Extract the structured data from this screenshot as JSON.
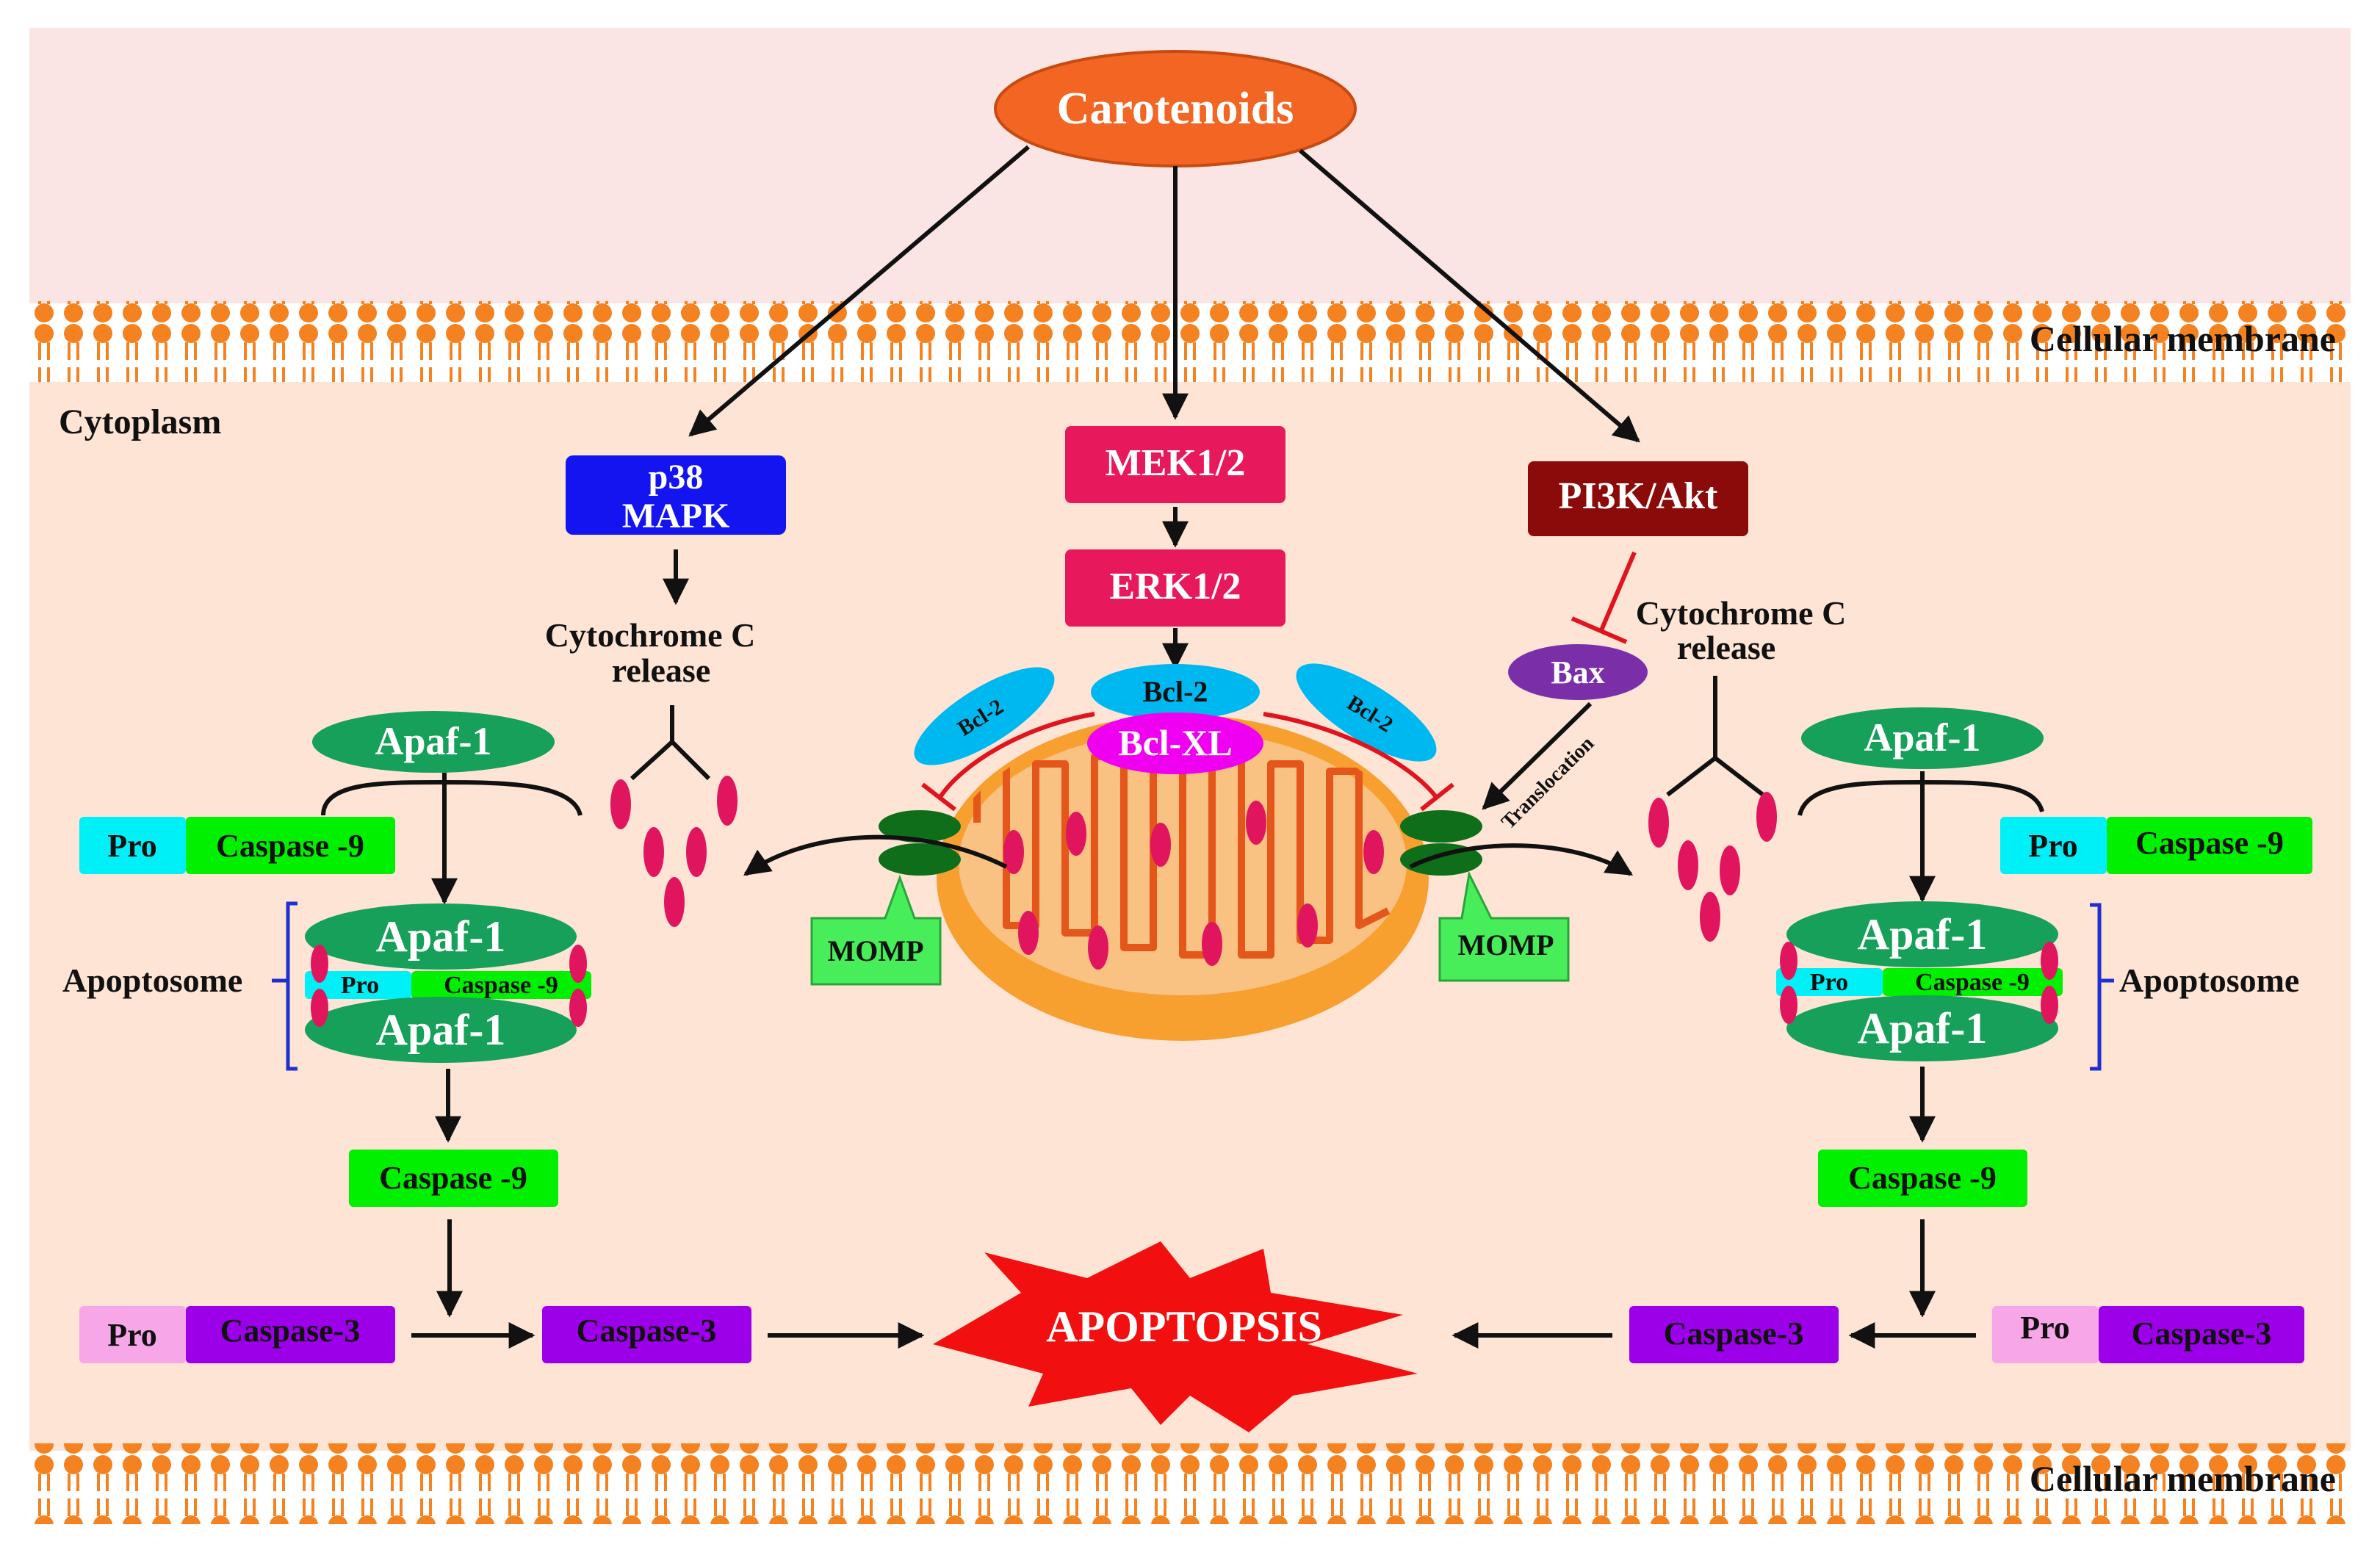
{
  "source": "Carotenoids",
  "membrane_top_label": "Cellular membrane",
  "membrane_bottom_label": "Cellular membrane",
  "cytoplasm_label": "Cytoplasm",
  "left": {
    "kinase_line1": "p38",
    "kinase_line2": "MAPK",
    "cyto_line1": "Cytochrome C",
    "cyto_line2": "release",
    "apaf": "Apaf-1",
    "pro": "Pro",
    "caspase9": "Caspase -9",
    "apoptosome": "Apoptosome",
    "apo_apaf_top": "Apaf-1",
    "apo_apaf_bottom": "Apaf-1",
    "apo_pro": "Pro",
    "apo_casp": "Caspase -9",
    "caspase9_active": "Caspase -9",
    "pro3": "Pro",
    "caspase3_pro": "Caspase-3",
    "caspase3_active": "Caspase-3",
    "momp": "MOMP"
  },
  "center": {
    "mek": "MEK1/2",
    "erk": "ERK1/2",
    "bcl2_top": "Bcl-2",
    "bclxl": "Bcl-XL",
    "bcl2_left": "Bcl-2",
    "bcl2_right": "Bcl-2",
    "apoptosis": "APOPTOPSIS"
  },
  "right": {
    "kinase": "PI3K/Akt",
    "bax": "Bax",
    "translocation": "Translocation",
    "cyto_line1": "Cytochrome C",
    "cyto_line2": "release",
    "apaf": "Apaf-1",
    "pro": "Pro",
    "caspase9": "Caspase -9",
    "apoptosome": "Apoptosome",
    "apo_apaf_top": "Apaf-1",
    "apo_apaf_bottom": "Apaf-1",
    "apo_pro": "Pro",
    "apo_casp": "Caspase -9",
    "caspase9_active": "Caspase -9",
    "pro3": "Pro",
    "caspase3_pro": "Caspase-3",
    "caspase3_active": "Caspase-3",
    "momp": "MOMP"
  },
  "colors": {
    "extracellular": "#fae5e4",
    "cytoplasm": "#fde4d5",
    "membrane": "#f58220",
    "carotenoids": "#f26522",
    "p38": "#1414f0",
    "mek_erk": "#e8185c",
    "pi3k": "#8b0a0a",
    "apaf": "#16a05a",
    "pro": "#00f0f8",
    "caspase9": "#00f000",
    "pro3": "#f7a6e8",
    "caspase3": "#9b00e8",
    "bcl2": "#00b8f0",
    "bclxl": "#f000f0",
    "bax": "#7a2fa8",
    "cytochrome": "#e0155e",
    "mito_outer": "#f7a030",
    "mito_inner": "#f9c182",
    "inhibit": "#e0141e",
    "momp": "#48ee5a",
    "apoptosis": "#f20f0f"
  }
}
